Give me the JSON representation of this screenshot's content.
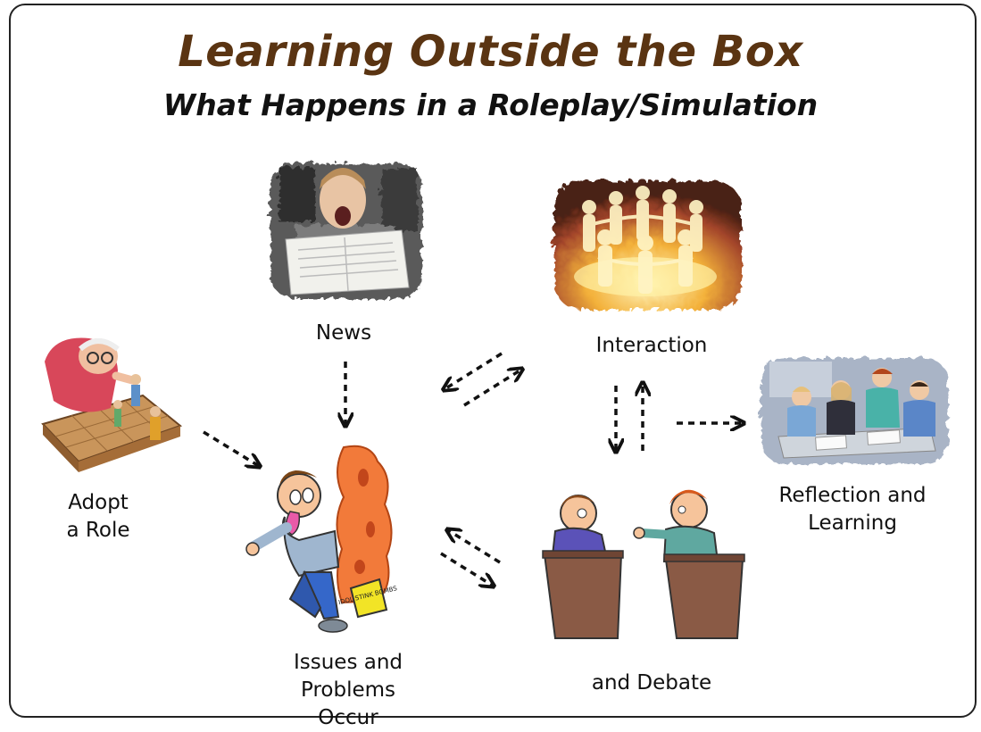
{
  "title": "Learning Outside the Box",
  "subtitle": "What Happens in a Roleplay/Simulation",
  "nodes": {
    "news": "News",
    "interaction": "Interaction",
    "adopt_line1": "Adopt",
    "adopt_line2": "a Role",
    "issues_line1": "Issues and",
    "issues_line2": "Problems Occur",
    "debate": "and Debate",
    "reflection_line1": "Reflection and",
    "reflection_line2": "Learning"
  },
  "box_label": "IDOL STINK BOMBS",
  "colors": {
    "title": "#5a3412",
    "border": "#222222",
    "arrow": "#111111"
  }
}
